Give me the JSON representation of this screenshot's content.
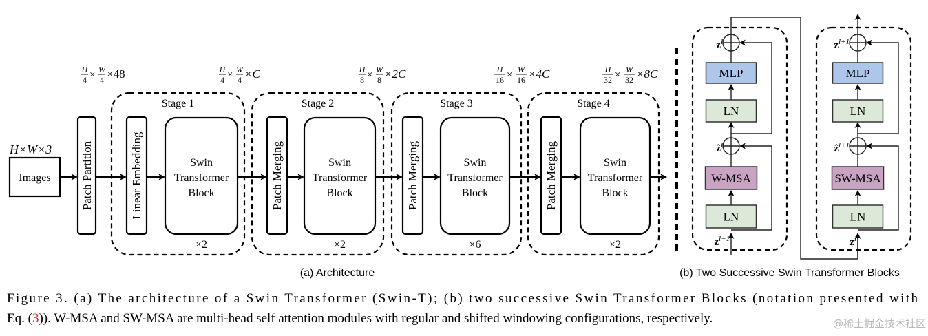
{
  "architecture": {
    "input_dim": "H×W×3",
    "images_label": "Images",
    "patch_partition_label": "Patch Partition",
    "dims": [
      {
        "num1": "H",
        "den1": "4",
        "num2": "W",
        "den2": "4",
        "tail": "×48"
      },
      {
        "num1": "H",
        "den1": "4",
        "num2": "W",
        "den2": "4",
        "tail": "×C"
      },
      {
        "num1": "H",
        "den1": "8",
        "num2": "W",
        "den2": "8",
        "tail": "×2C"
      },
      {
        "num1": "H",
        "den1": "16",
        "num2": "W",
        "den2": "16",
        "tail": "×4C"
      },
      {
        "num1": "H",
        "den1": "32",
        "num2": "W",
        "den2": "32",
        "tail": "×8C"
      }
    ],
    "times_sign": "×",
    "stages": [
      {
        "label": "Stage 1",
        "first_block": "Linear Embedding",
        "repeat": "×2"
      },
      {
        "label": "Stage 2",
        "first_block": "Patch Merging",
        "repeat": "×2"
      },
      {
        "label": "Stage 3",
        "first_block": "Patch Merging",
        "repeat": "×6"
      },
      {
        "label": "Stage 4",
        "first_block": "Patch Merging",
        "repeat": "×2"
      }
    ],
    "swin_block_lines": [
      "Swin",
      "Transformer",
      "Block"
    ],
    "caption": "(a) Architecture"
  },
  "blocks": {
    "caption": "(b) Two Successive Swin Transformer Blocks",
    "colors": {
      "mlp": "#aec6ea",
      "ln": "#dde9d8",
      "msa": "#c9a3c2"
    },
    "block1": {
      "mlp": "MLP",
      "ln_top": "LN",
      "msa": "W-MSA",
      "ln_bottom": "LN",
      "out_var": "z",
      "out_sup": "l",
      "mid_var": "ẑ",
      "mid_sup": "l",
      "in_var": "z",
      "in_sup": "l−1"
    },
    "block2": {
      "mlp": "MLP",
      "ln_top": "LN",
      "msa": "SW-MSA",
      "ln_bottom": "LN",
      "out_var": "z",
      "out_sup": "l+1",
      "mid_var": "ẑ",
      "mid_sup": "l+1",
      "in_var": "z",
      "in_sup": "l"
    }
  },
  "figure_caption": {
    "line1": "Figure 3. (a) The architecture of a Swin Transformer (Swin-T); (b) two successive Swin Transformer Blocks (notation presented with",
    "line2_pre": "Eq. (",
    "line2_ref": "3",
    "line2_post": ")). W-MSA and SW-MSA are multi-head self attention modules with regular and shifted windowing configurations, respectively.",
    "ref_color": "#e0261b"
  },
  "watermark": "@稀土掘金技术社区"
}
